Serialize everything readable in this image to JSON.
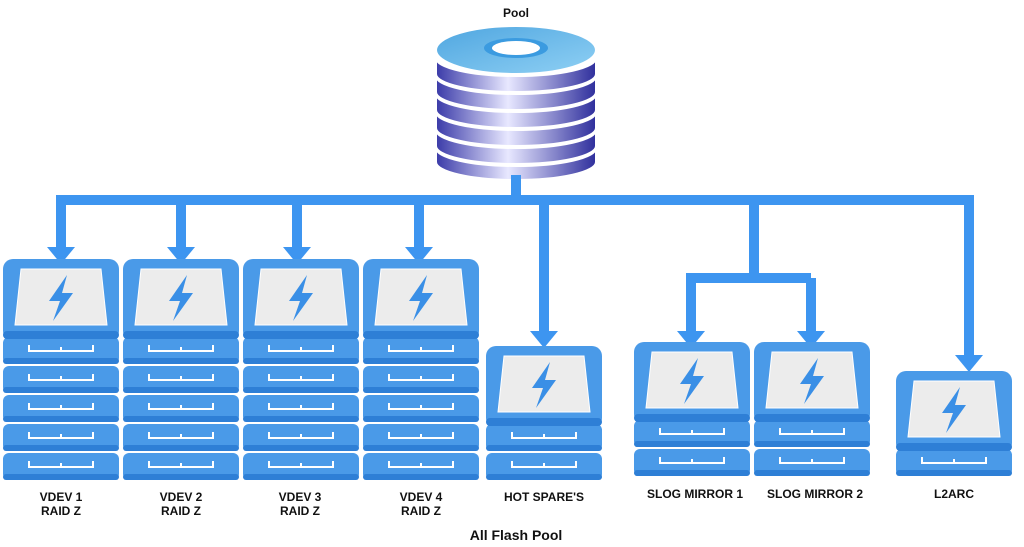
{
  "pool": {
    "label": "Pool"
  },
  "groups": [
    {
      "id": "vdev1",
      "line1": "VDEV 1",
      "line2": "RAID Z",
      "drives": 5
    },
    {
      "id": "vdev2",
      "line1": "VDEV 2",
      "line2": "RAID Z",
      "drives": 5
    },
    {
      "id": "vdev3",
      "line1": "VDEV 3",
      "line2": "RAID Z",
      "drives": 5
    },
    {
      "id": "vdev4",
      "line1": "VDEV 4",
      "line2": "RAID Z",
      "drives": 5
    },
    {
      "id": "hotspare",
      "line1": "HOT SPARE'S",
      "line2": "",
      "drives": 2
    },
    {
      "id": "slog1",
      "line1": "SLOG MIRROR 1",
      "line2": "",
      "drives": 2
    },
    {
      "id": "slog2",
      "line1": "SLOG MIRROR 2",
      "line2": "",
      "drives": 2
    },
    {
      "id": "l2arc",
      "line1": "L2ARC",
      "line2": "",
      "drives": 1
    }
  ],
  "footer": {
    "label": "All Flash Pool"
  },
  "colors": {
    "connector": "#3d95f0",
    "drive": "#4a9ae8",
    "drive_dark": "#2e7fd6",
    "screen": "#ececec",
    "bolt": "#3a8fe6",
    "disk_top": "#5aaee6",
    "disk_stack": "#3b3fb0"
  }
}
